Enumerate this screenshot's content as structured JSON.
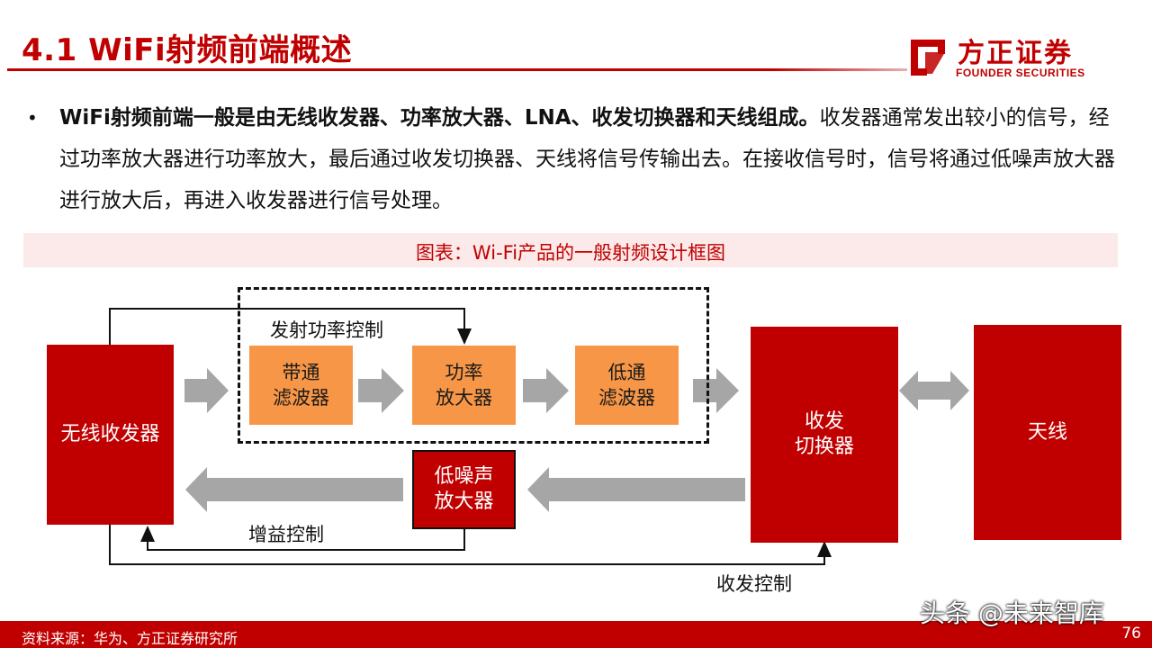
{
  "header": {
    "title": "4.1 WiFi射频前端概述",
    "logo_cn": "方正证券",
    "logo_en": "FOUNDER SECURITIES"
  },
  "body": {
    "bullet": "•",
    "bold_text": "WiFi射频前端一般是由无线收发器、功率放大器、LNA、收发切换器和天线组成。",
    "normal_text": "收发器通常发出较小的信号，经过功率放大器进行功率放大，最后通过收发切换器、天线将信号传输出去。在接收信号时，信号将通过低噪声放大器进行放大后，再进入收发器进行信号处理。"
  },
  "figure": {
    "caption": "图表：Wi-Fi产品的一般射频设计框图",
    "blocks": {
      "transceiver": "无线收发器",
      "bandpass": "带通\n滤波器",
      "pa": "功率\n放大器",
      "lowpass": "低通\n滤波器",
      "lna": "低噪声\n放大器",
      "switch": "收发\n切换器",
      "antenna": "天线"
    },
    "labels": {
      "tx_power_control": "发射功率控制",
      "gain_control": "增益控制",
      "trx_control": "收发控制"
    }
  },
  "footer": {
    "source": "资料来源：华为、方正证券研究所",
    "page": "76",
    "watermark": "头条 @未来智库"
  },
  "colors": {
    "brand_red": "#c00000",
    "orange": "#f79646",
    "arrow_gray": "#a6a6a6",
    "caption_bg": "#fce9e9"
  }
}
